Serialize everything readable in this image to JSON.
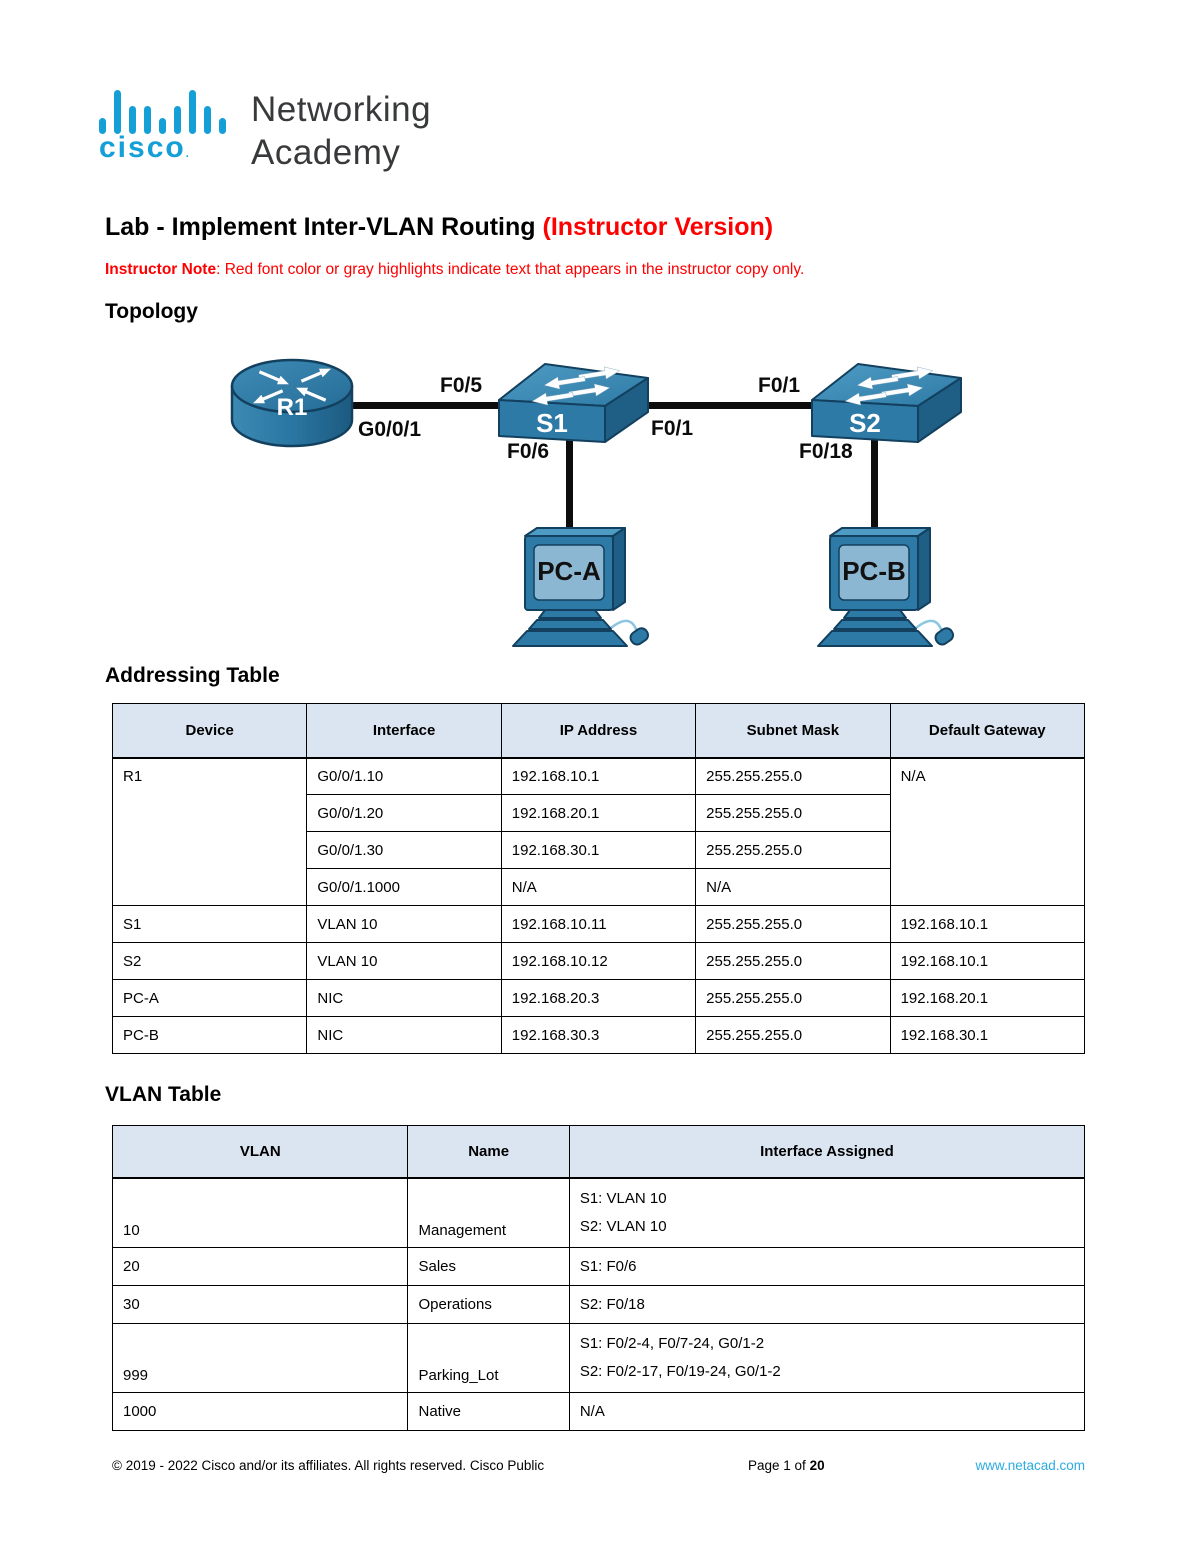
{
  "logo": {
    "brand": "cisco",
    "trademark": ".",
    "line1": "Networking",
    "line2": "Academy",
    "brand_color": "#14a0d6"
  },
  "title": {
    "main": "Lab - Implement Inter-VLAN Routing ",
    "suffix": "(Instructor Version)"
  },
  "instructor_note": {
    "label": "Instructor Note",
    "text": ": Red font color or gray highlights indicate text that appears in the instructor copy only."
  },
  "sections": {
    "topology": "Topology",
    "addressing": "Addressing Table",
    "vlan": "VLAN Table"
  },
  "topology": {
    "devices": {
      "router": "R1",
      "switch1": "S1",
      "switch2": "S2",
      "pc_a": "PC-A",
      "pc_b": "PC-B"
    },
    "port_labels": {
      "r1_s1_top": "F0/5",
      "r1_s1_bottom": "G0/0/1",
      "s1_pca": "F0/6",
      "s1_s2_bottom": "F0/1",
      "s1_s2_top": "F0/1",
      "s2_pcb": "F0/18"
    }
  },
  "addressing_table": {
    "headers": [
      "Device",
      "Interface",
      "IP Address",
      "Subnet Mask",
      "Default Gateway"
    ],
    "rows": [
      {
        "device": "R1",
        "interface": "G0/0/1.10",
        "ip": "192.168.10.1",
        "mask": "255.255.255.0",
        "gateway": "N/A"
      },
      {
        "interface": "G0/0/1.20",
        "ip": "192.168.20.1",
        "mask": "255.255.255.0"
      },
      {
        "interface": "G0/0/1.30",
        "ip": "192.168.30.1",
        "mask": "255.255.255.0"
      },
      {
        "interface": "G0/0/1.1000",
        "ip": "N/A",
        "mask": "N/A"
      },
      {
        "device": "S1",
        "interface": "VLAN 10",
        "ip": "192.168.10.11",
        "mask": "255.255.255.0",
        "gateway": "192.168.10.1"
      },
      {
        "device": "S2",
        "interface": "VLAN 10",
        "ip": "192.168.10.12",
        "mask": "255.255.255.0",
        "gateway": "192.168.10.1"
      },
      {
        "device": "PC-A",
        "interface": "NIC",
        "ip": "192.168.20.3",
        "mask": "255.255.255.0",
        "gateway": "192.168.20.1"
      },
      {
        "device": "PC-B",
        "interface": "NIC",
        "ip": "192.168.30.3",
        "mask": "255.255.255.0",
        "gateway": "192.168.30.1"
      }
    ]
  },
  "vlan_table": {
    "headers": [
      "VLAN",
      "Name",
      "Interface Assigned"
    ],
    "rows": [
      {
        "vlan": "10",
        "name": "Management",
        "interfaces": [
          "S1: VLAN 10",
          "S2: VLAN 10"
        ]
      },
      {
        "vlan": "20",
        "name": "Sales",
        "interfaces": [
          "S1: F0/6"
        ]
      },
      {
        "vlan": "30",
        "name": "Operations",
        "interfaces": [
          "S2: F0/18"
        ]
      },
      {
        "vlan": "999",
        "name": "Parking_Lot",
        "interfaces": [
          "S1: F0/2-4, F0/7-24, G0/1-2",
          "S2: F0/2-17, F0/19-24, G0/1-2"
        ]
      },
      {
        "vlan": "1000",
        "name": "Native",
        "interfaces": [
          "N/A"
        ]
      }
    ]
  },
  "footer": {
    "left": "© 2019 - 2022 Cisco and/or its affiliates. All rights reserved. Cisco Public",
    "page_prefix": "Page 1 of ",
    "page_total": "20",
    "right": "www.netacad.com"
  },
  "colors": {
    "cisco_blue": "#14a0d6",
    "instructor_red": "#fe0000",
    "table_header_bg": "#dbe5f1",
    "link_blue": "#2cabe1",
    "device_top": "#4e9cc4",
    "device_front": "#2e7aa6",
    "device_dark": "#1f5f86",
    "device_outline": "#12405e",
    "pc_screen": "#8cb7d2"
  }
}
